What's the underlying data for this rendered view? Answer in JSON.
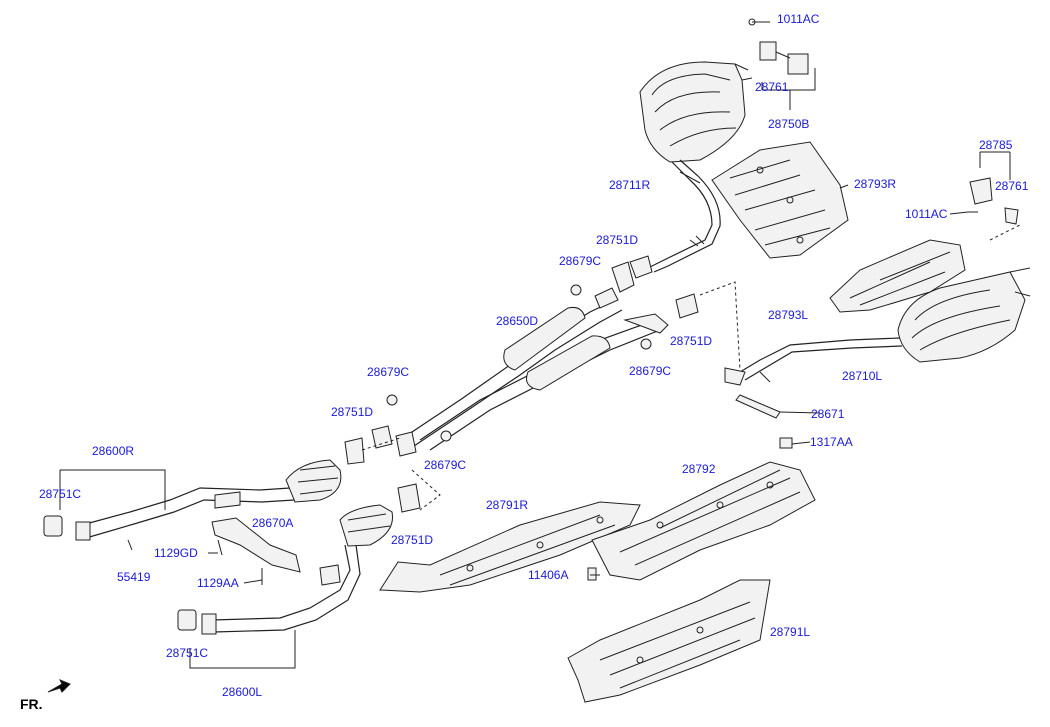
{
  "colors": {
    "label": "#1a1ad6",
    "line": "#222222",
    "fill": "#f2f2f2"
  },
  "labels": {
    "p1011AC_top": "1011AC",
    "p28761_top": "28761",
    "p28750B": "28750B",
    "p28711R": "28711R",
    "p28793R": "28793R",
    "p28785": "28785",
    "p28761_right": "28761",
    "p1011AC_right": "1011AC",
    "p28751D_a": "28751D",
    "p28679C_a": "28679C",
    "p28650D": "28650D",
    "p28751D_b": "28751D",
    "p28679C_b": "28679C",
    "p28793L": "28793L",
    "p28710L": "28710L",
    "p28671": "28671",
    "p1317AA": "1317AA",
    "p28679C_c": "28679C",
    "p28751D_c": "28751D",
    "p28679C_d": "28679C",
    "p28600R": "28600R",
    "p28751C_a": "28751C",
    "p28670A": "28670A",
    "p1129GD": "1129GD",
    "p55419": "55419",
    "p1129AA": "1129AA",
    "p28792": "28792",
    "p28791R": "28791R",
    "p11406A": "11406A",
    "p28751D_d": "28751D",
    "p28791L": "28791L",
    "p28751C_b": "28751C",
    "p28600L": "28600L"
  },
  "direction": {
    "label": "FR."
  }
}
